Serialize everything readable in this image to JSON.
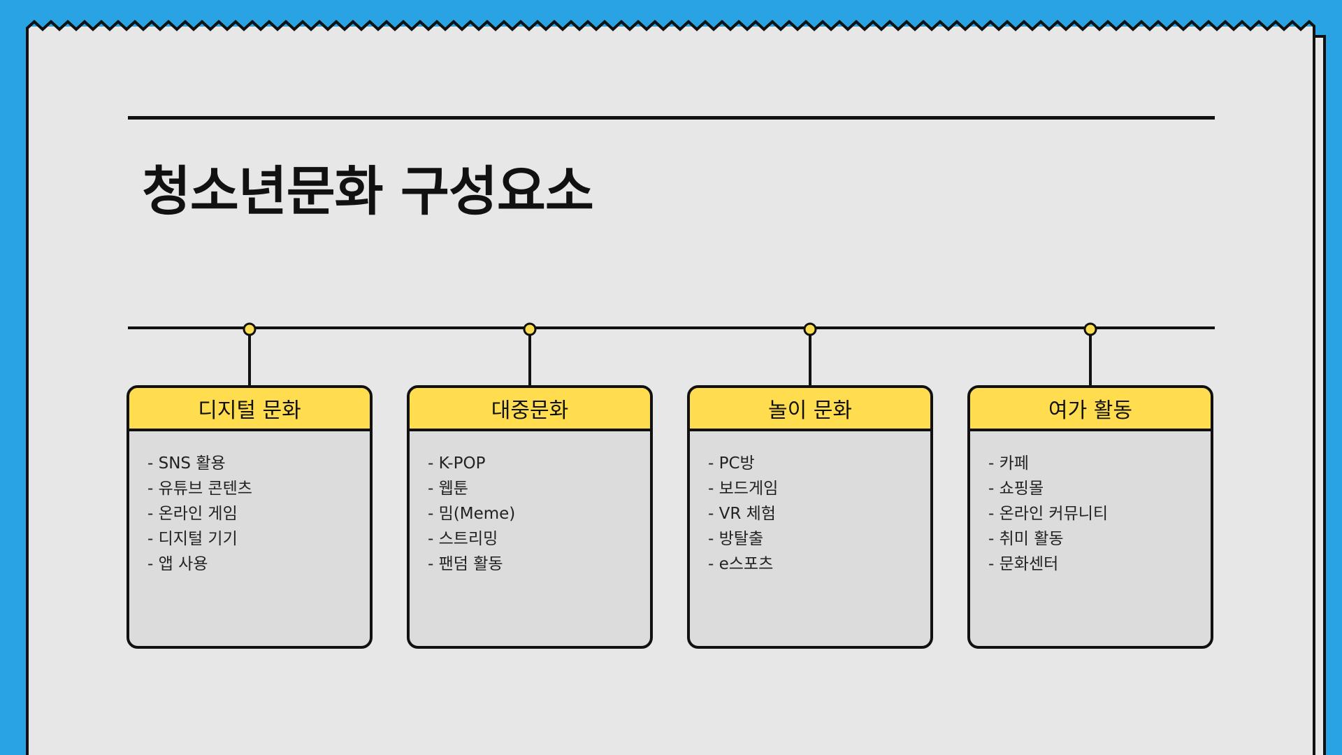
{
  "title": "청소년문화 구성요소",
  "colors": {
    "background": "#29A3E3",
    "paper": "#E7E7E7",
    "header_fill": "#FFDD4F",
    "node_fill": "#FFDD4F",
    "card_fill": "#DCDCDC",
    "line": "#111111"
  },
  "categories": [
    {
      "label": "디지털 문화",
      "items": [
        "SNS 활용",
        "유튜브 콘텐츠",
        "온라인 게임",
        "디지털 기기",
        "앱 사용"
      ]
    },
    {
      "label": "대중문화",
      "items": [
        "K-POP",
        "웹툰",
        "밈(Meme)",
        "스트리밍",
        "팬덤 활동"
      ]
    },
    {
      "label": "놀이 문화",
      "items": [
        "PC방",
        "보드게임",
        "VR 체험",
        "방탈출",
        "e스포츠"
      ]
    },
    {
      "label": "여가 활동",
      "items": [
        "카페",
        "쇼핑몰",
        "온라인 커뮤니티",
        "취미 활동",
        "문화센터"
      ]
    }
  ]
}
